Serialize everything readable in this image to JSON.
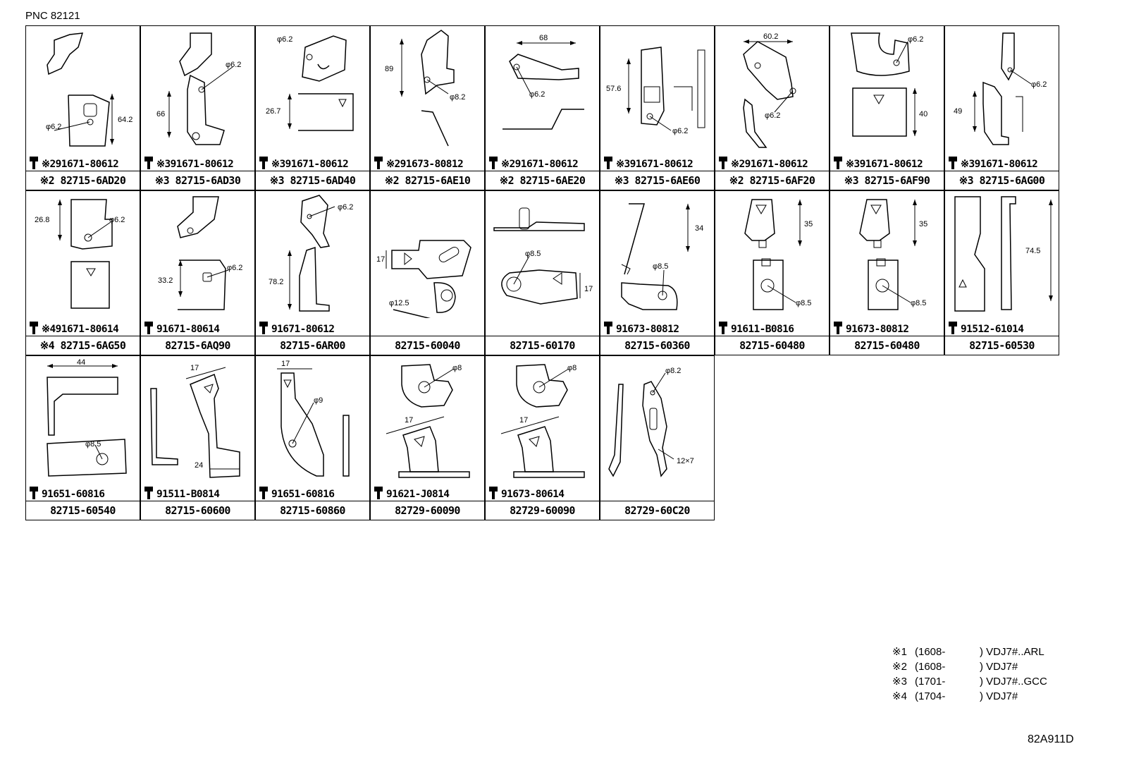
{
  "header": {
    "pnc": "PNC 82121"
  },
  "cells": [
    {
      "bolt": "※291671-80612",
      "part": "※2 82715-6AD20",
      "dims": [
        "64.2",
        "φ6.2"
      ]
    },
    {
      "bolt": "※391671-80612",
      "part": "※3 82715-6AD30",
      "dims": [
        "66",
        "φ6.2"
      ]
    },
    {
      "bolt": "※391671-80612",
      "part": "※3 82715-6AD40",
      "dims": [
        "26.7",
        "φ6.2"
      ]
    },
    {
      "bolt": "※291673-80812",
      "part": "※2 82715-6AE10",
      "dims": [
        "89",
        "φ8.2"
      ]
    },
    {
      "bolt": "※291671-80612",
      "part": "※2 82715-6AE20",
      "dims": [
        "68",
        "φ6.2"
      ]
    },
    {
      "bolt": "※391671-80612",
      "part": "※3 82715-6AE60",
      "dims": [
        "57.6",
        "φ6.2"
      ]
    },
    {
      "bolt": "※291671-80612",
      "part": "※2 82715-6AF20",
      "dims": [
        "60.2",
        "φ6.2"
      ]
    },
    {
      "bolt": "※391671-80612",
      "part": "※3 82715-6AF90",
      "dims": [
        "40",
        "φ6.2"
      ]
    },
    {
      "bolt": "※391671-80612",
      "part": "※3 82715-6AG00",
      "dims": [
        "49",
        "φ6.2"
      ]
    },
    {
      "bolt": "※491671-80614",
      "part": "※4 82715-6AG50",
      "dims": [
        "26.8",
        "φ6.2"
      ]
    },
    {
      "bolt": "91671-80614",
      "part": "82715-6AQ90",
      "dims": [
        "33.2",
        "φ6.2"
      ]
    },
    {
      "bolt": "91671-80612",
      "part": "82715-6AR00",
      "dims": [
        "78.2",
        "φ6.2"
      ]
    },
    {
      "bolt": "",
      "part": "82715-60040",
      "dims": [
        "17",
        "φ12.5"
      ]
    },
    {
      "bolt": "",
      "part": "82715-60170",
      "dims": [
        "17",
        "φ8.5"
      ]
    },
    {
      "bolt": "91673-80812",
      "part": "82715-60360",
      "dims": [
        "34",
        "φ8.5"
      ]
    },
    {
      "bolt": "91611-B0816",
      "part": "82715-60480",
      "dims": [
        "35",
        "φ8.5"
      ]
    },
    {
      "bolt": "91673-80812",
      "part": "82715-60480",
      "dims": [
        "35",
        "φ8.5"
      ]
    },
    {
      "bolt": "91512-61014",
      "part": "82715-60530",
      "dims": [
        "74.5",
        ""
      ]
    },
    {
      "bolt": "91651-60816",
      "part": "82715-60540",
      "dims": [
        "44",
        "φ8.5"
      ]
    },
    {
      "bolt": "91511-B0814",
      "part": "82715-60600",
      "dims": [
        "17",
        "24"
      ]
    },
    {
      "bolt": "91651-60816",
      "part": "82715-60860",
      "dims": [
        "17",
        "φ9"
      ]
    },
    {
      "bolt": "91621-J0814",
      "part": "82729-60090",
      "dims": [
        "17",
        "φ8"
      ]
    },
    {
      "bolt": "91673-80614",
      "part": "82729-60090",
      "dims": [
        "17",
        "φ8"
      ]
    },
    {
      "bolt": "",
      "part": "82729-60C20",
      "dims": [
        "12×7",
        "φ8.2"
      ]
    }
  ],
  "legend": [
    {
      "mark": "※1",
      "date": "(1608-",
      "model": ") VDJ7#..ARL"
    },
    {
      "mark": "※2",
      "date": "(1608-",
      "model": ") VDJ7#"
    },
    {
      "mark": "※3",
      "date": "(1701-",
      "model": ") VDJ7#..GCC"
    },
    {
      "mark": "※4",
      "date": "(1704-",
      "model": ") VDJ7#"
    }
  ],
  "footer": {
    "code": "82A911D"
  }
}
